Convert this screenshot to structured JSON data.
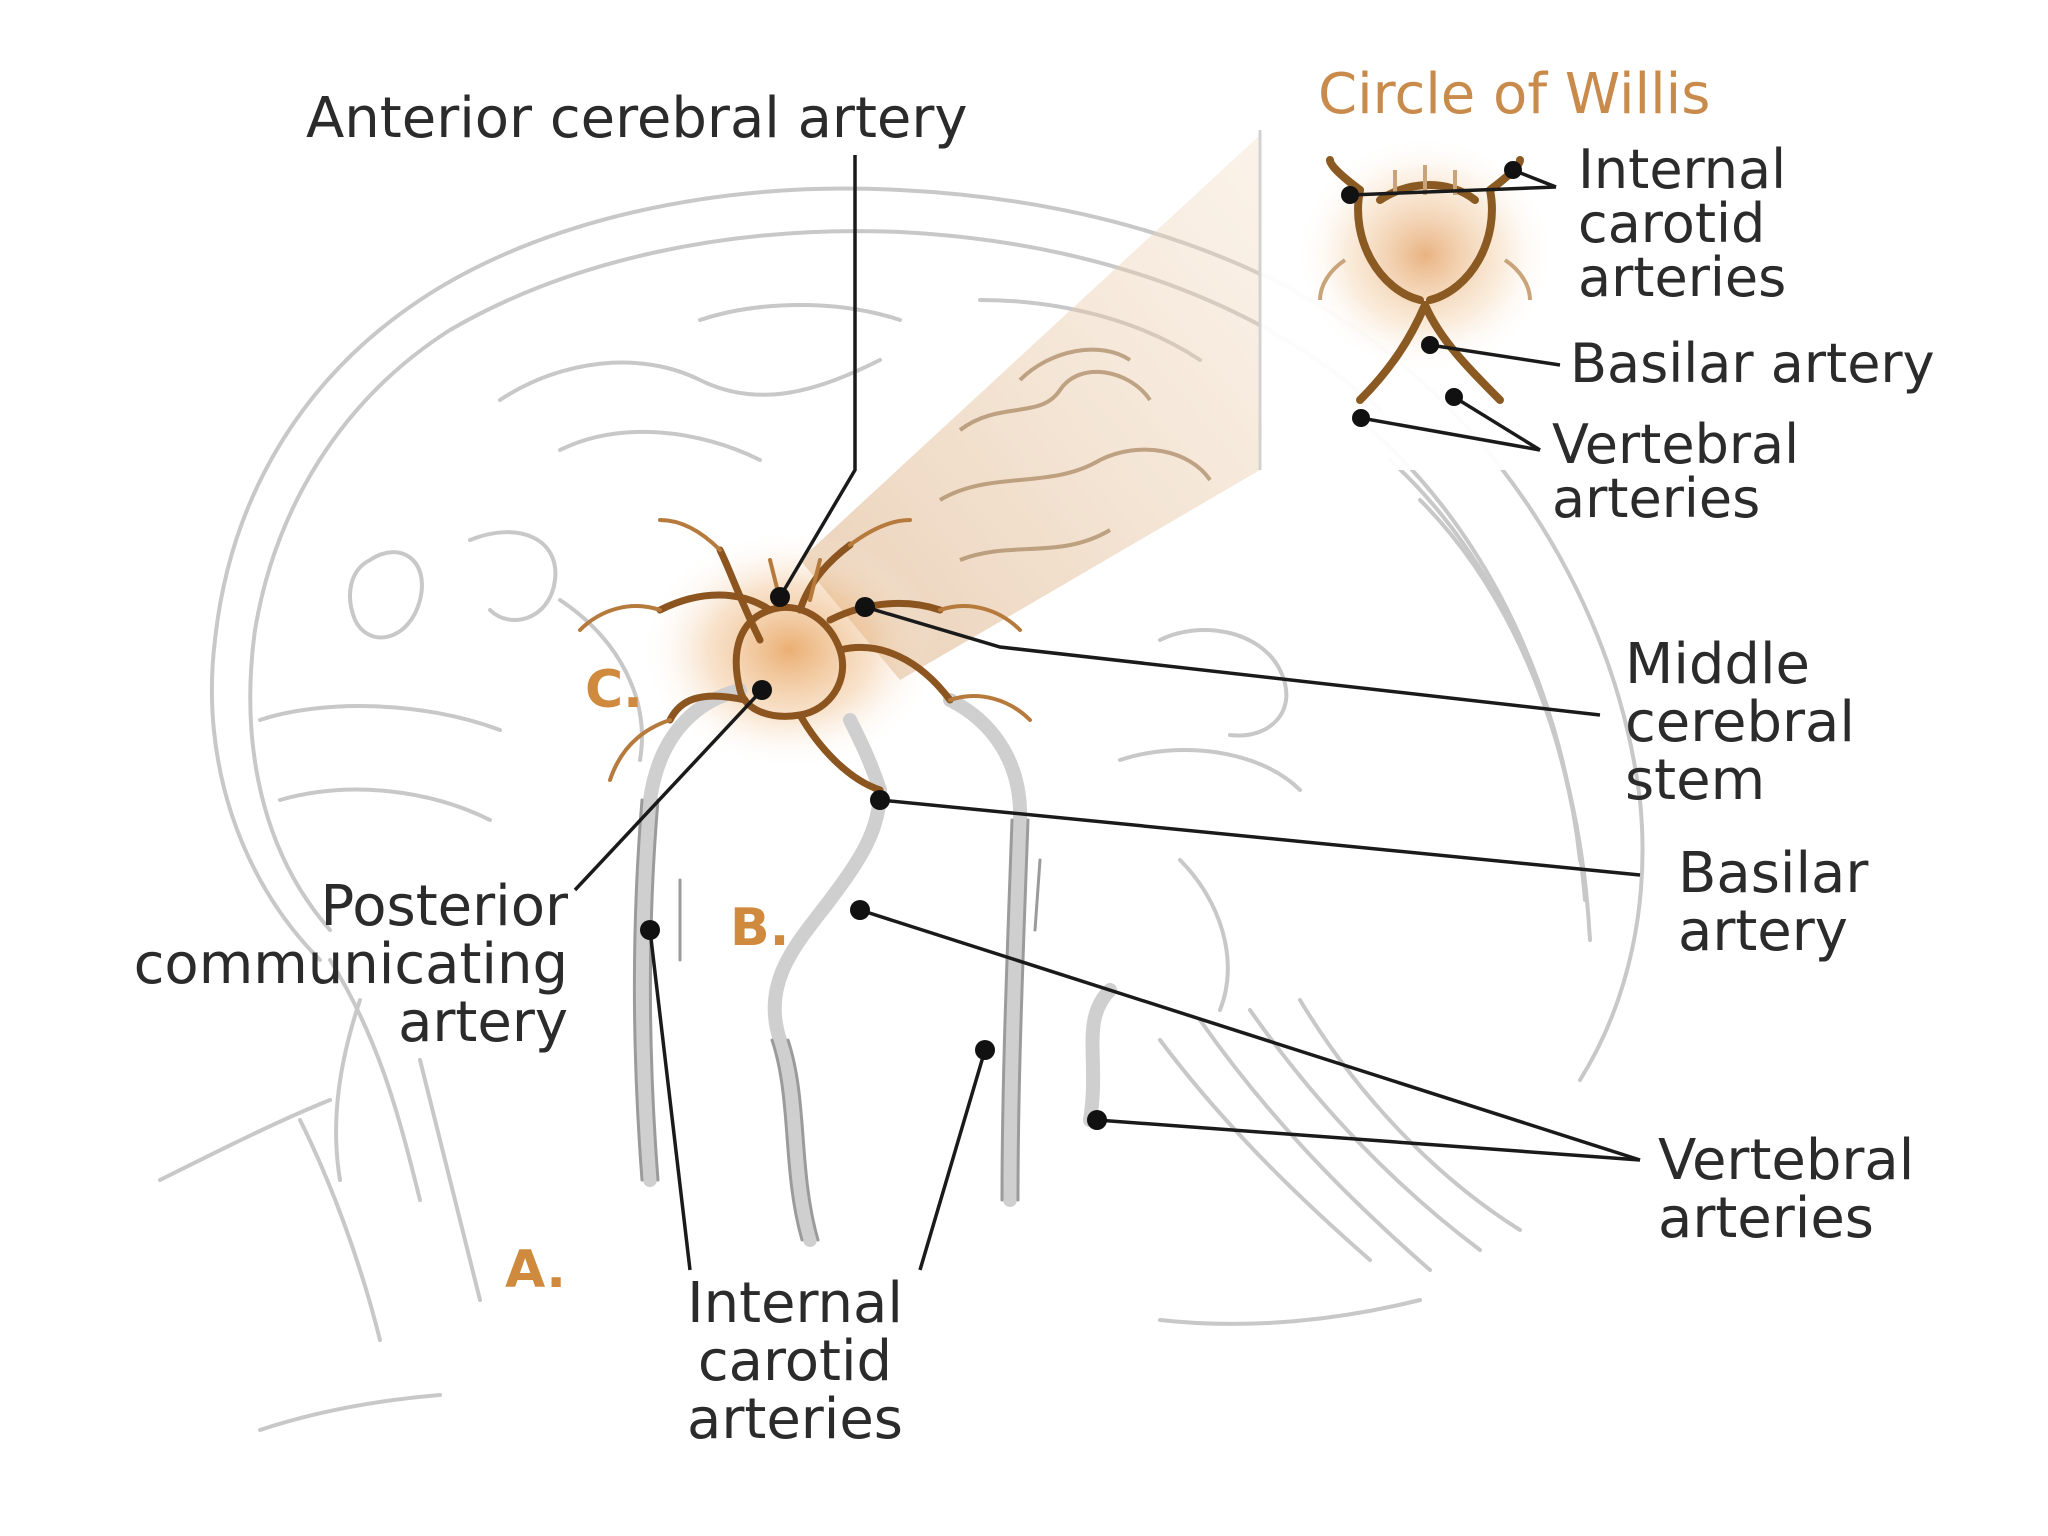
{
  "inset": {
    "title": "Circle of Willis",
    "internal_carotid": [
      "Internal",
      "carotid",
      "arteries"
    ],
    "basilar": "Basilar artery",
    "vertebral": [
      "Vertebral",
      "arteries"
    ]
  },
  "labels": {
    "anterior_cerebral": "Anterior cerebral artery",
    "middle_cerebral": [
      "Middle",
      "cerebral",
      "stem"
    ],
    "basilar": [
      "Basilar",
      "artery"
    ],
    "vertebral": [
      "Vertebral",
      "arteries"
    ],
    "posterior_communicating": [
      "Posterior",
      "communicating",
      "artery"
    ],
    "internal_carotid": [
      "Internal",
      "carotid",
      "arteries"
    ]
  },
  "section_letters": {
    "a": "A.",
    "b": "B.",
    "c": "C."
  },
  "colors": {
    "accent": "#c98b4c",
    "artery": "#a0621e",
    "sketch": "#c6c6c6",
    "leader": "#1a1a1a"
  }
}
